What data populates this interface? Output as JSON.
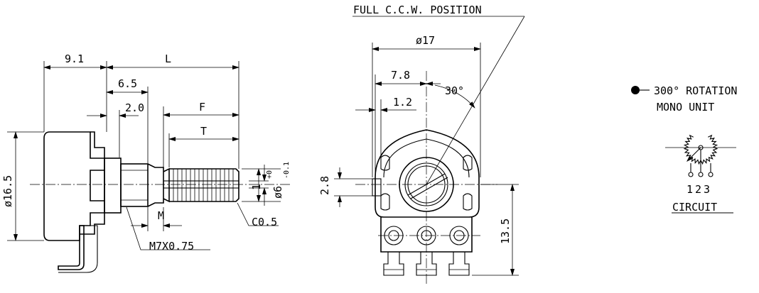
{
  "side_view": {
    "dim_9_1": "9.1",
    "dim_L": "L",
    "dim_6_5": "6.5",
    "dim_2_0": "2.0",
    "dim_F": "F",
    "dim_T": "T",
    "dim_dia16_5": "ø16.5",
    "dim_1": "1",
    "dim_dia6": "ø6",
    "dim_tol_plus": "+0",
    "dim_tol_minus": "-0.1",
    "dim_M": "M",
    "label_C05": "C0.5",
    "label_thread": "M7X0.75"
  },
  "front_view": {
    "title": "FULL C.C.W. POSITION",
    "dim_dia17": "ø17",
    "dim_7_8": "7.8",
    "dim_1_2": "1.2",
    "dim_30deg": "30°",
    "dim_2_8": "2.8",
    "dim_13_5": "13.5"
  },
  "spec": {
    "rotation": "300° ROTATION",
    "unit": "MONO UNIT",
    "pins": "123",
    "circuit_label": "CIRCUIT"
  }
}
